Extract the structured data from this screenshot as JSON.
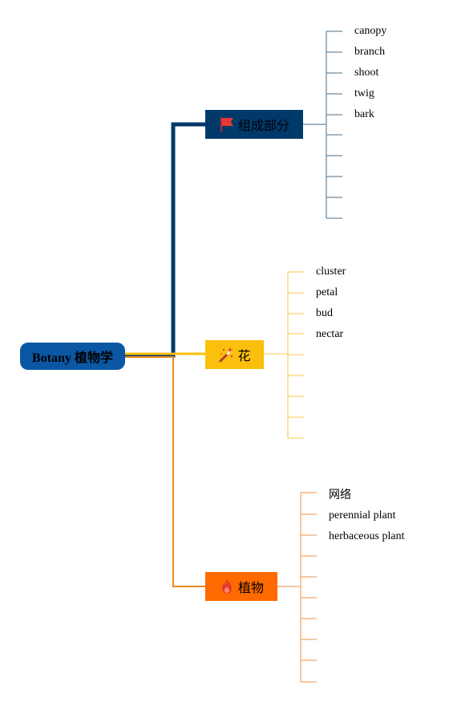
{
  "root": {
    "label": "Botany 植物学"
  },
  "branches": [
    {
      "label": "组成部分",
      "icon": "flag-icon",
      "color": "#003a6b",
      "leaves": [
        "canopy",
        "branch",
        "shoot",
        "twig",
        "bark",
        "",
        "",
        "",
        "",
        ""
      ]
    },
    {
      "label": "花",
      "icon": "magic-wand-icon",
      "color": "#fbbf0d",
      "leaves": [
        "cluster",
        "petal",
        "bud",
        "nectar",
        "",
        "",
        "",
        "",
        ""
      ]
    },
    {
      "label": "植物",
      "icon": "fire-icon",
      "color": "#ff6a00",
      "leaves": [
        "网络",
        "perennial plant",
        "herbaceous plant",
        "",
        "",
        "",
        "",
        "",
        "",
        ""
      ]
    }
  ]
}
